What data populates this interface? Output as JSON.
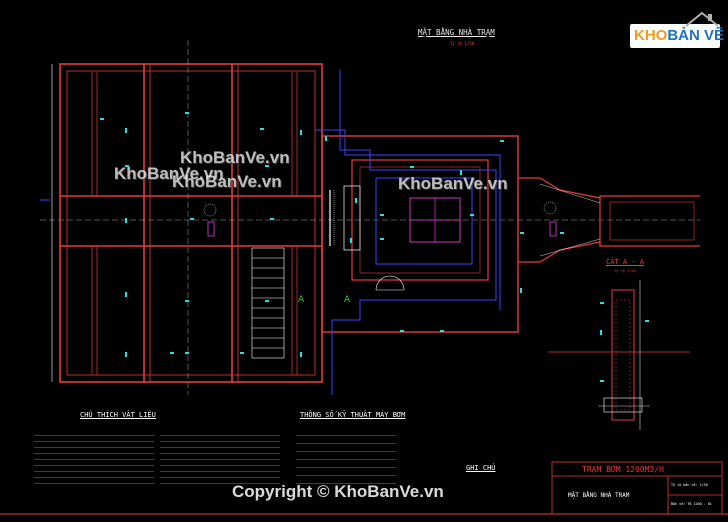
{
  "drawing_title": "MẶT BẰNG NHÀ TRẠM",
  "drawing_subtitle": "Tỷ lệ 1/50",
  "section_title": "CẮT A - A",
  "section_subtitle": "Tỷ lệ 1/50",
  "section_marker": "A",
  "legend_heading": "CHÚ THÍCH VẬT LIỆU",
  "specs_heading": "THÔNG SỐ KỸ THUẬT MÁY BƠM",
  "notes_heading": "GHI CHÚ",
  "title_block": {
    "project": "TRẠM BƠM 1200M3/H",
    "sheet_name": "MẶT BẰNG NHÀ TRẠM",
    "scale": "Tỷ lệ bản vẽ: 1/50",
    "sheet_no": "Bản vẽ: TB 1200 - 01"
  },
  "watermarks": [
    "KhoBanVe.vn",
    "KhoBanVe.vn",
    "KhoBanVe.vn",
    "KhoBanVe.vn"
  ],
  "logo": {
    "part1": "KHO",
    "part2": "BẢN VẼ"
  },
  "copyright": "Copyright © KhoBanVe.vn"
}
